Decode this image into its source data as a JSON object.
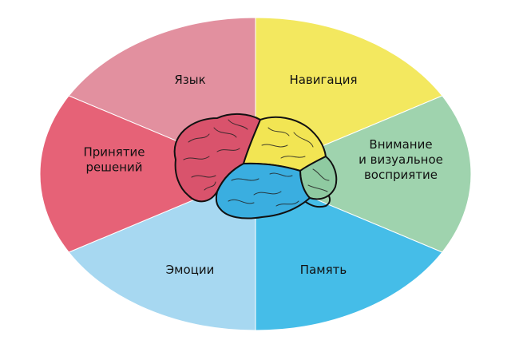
{
  "segments": [
    {
      "id": "language",
      "label_lines": [
        "Язык"
      ],
      "color": "#e2909f"
    },
    {
      "id": "navigation",
      "label_lines": [
        "Навигация"
      ],
      "color": "#f3e85f"
    },
    {
      "id": "attention",
      "label_lines": [
        "Внимание",
        "и визуальное",
        "восприятие"
      ],
      "color": "#9fd3ae"
    },
    {
      "id": "memory",
      "label_lines": [
        "Память"
      ],
      "color": "#45bde8"
    },
    {
      "id": "emotions",
      "label_lines": [
        "Эмоции"
      ],
      "color": "#a7d8f1"
    },
    {
      "id": "decisions",
      "label_lines": [
        "Принятие",
        "решений"
      ],
      "color": "#e66277"
    }
  ],
  "brain": {
    "frontal_color": "#d9536c",
    "parietal_color": "#f2e553",
    "temporal_color": "#3aaee0",
    "occipital_color": "#8fcaa1",
    "stem_color": "#f2f2f2"
  }
}
